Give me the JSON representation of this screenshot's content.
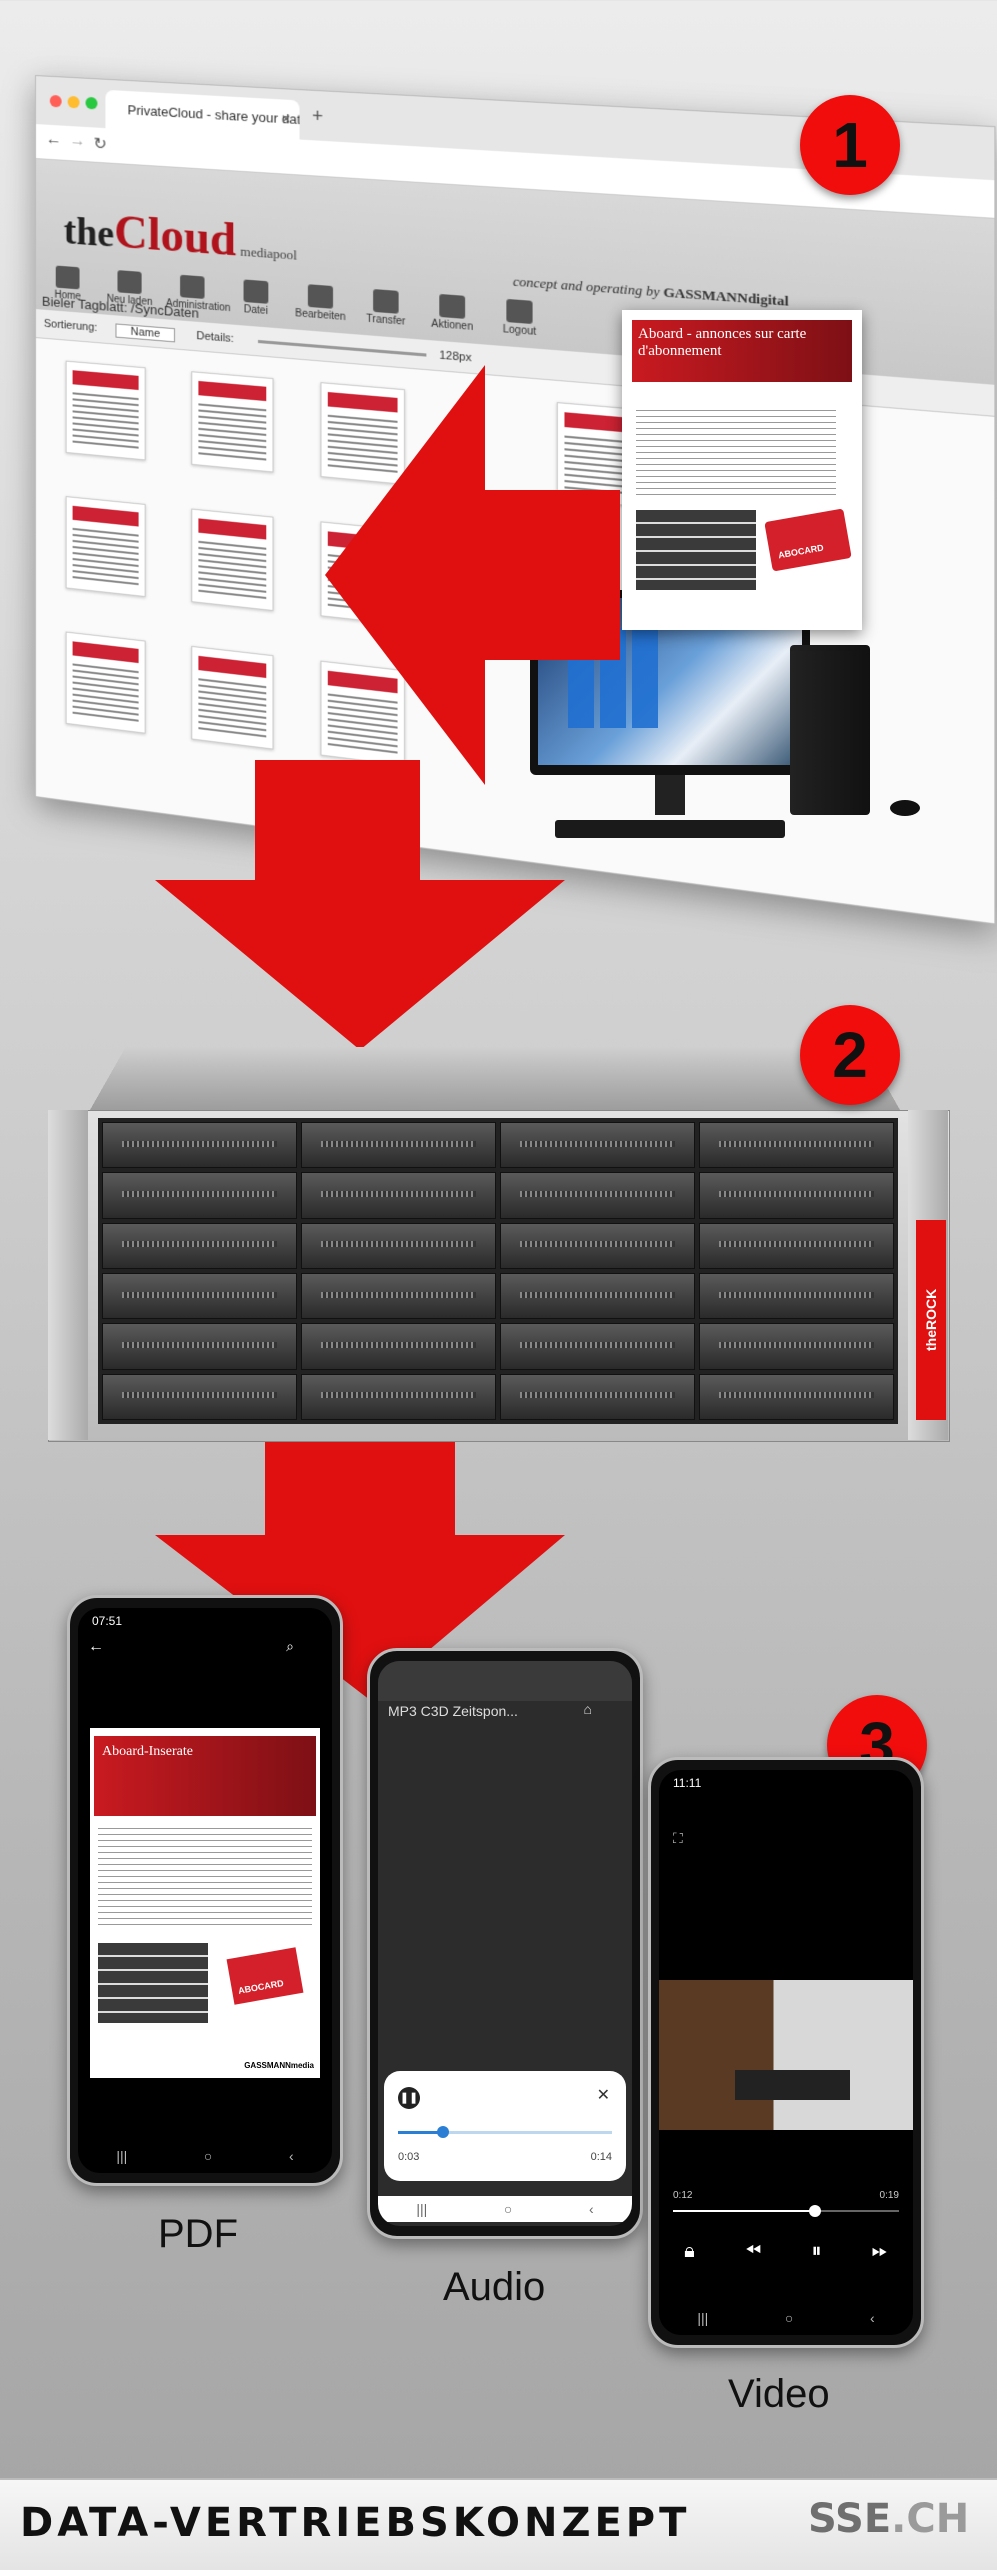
{
  "step_badges": [
    "1",
    "2",
    "3"
  ],
  "browser": {
    "tab_title": "PrivateCloud - share your data",
    "logo_prefix": "the",
    "logo_main": "Cloud",
    "logo_suffix": "mediapool",
    "concept_prefix": "concept and operating by",
    "concept_brand": "GASSMANNdigital",
    "toolbar": [
      "Home",
      "Neu laden",
      "Administration",
      "Datei",
      "Bearbeiten",
      "Transfer",
      "Aktionen",
      "Logout"
    ],
    "breadcrumb": "Bieler Tagblatt: /SyncDaten",
    "sort_label": "Sortierung:",
    "sort_value": "Name",
    "details_label": "Details:",
    "zoom_value": "128px"
  },
  "document": {
    "headline": "Aboard - annonces sur carte d'abonnement",
    "card_label": "ABOCARD"
  },
  "server": {
    "brand": "theROCK"
  },
  "phones": {
    "pdf": {
      "label": "PDF",
      "time": "07:51",
      "doc_title": "Aboard-Inserate",
      "card_label": "ABOCARD",
      "brand": "GASSMANNmedia"
    },
    "audio": {
      "label": "Audio",
      "title": "MP3 C3D Zeitspon...",
      "elapsed": "0:03",
      "duration": "0:14",
      "progress": 0.21
    },
    "video": {
      "label": "Video",
      "time": "11:11",
      "elapsed": "0:12",
      "duration": "0:19",
      "progress": 0.63
    }
  },
  "footer": {
    "title": "DATA-VERTRIEBSKONZEPT",
    "brand_main": "SSE",
    "brand_suffix": ".CH"
  },
  "colors": {
    "accent": "#f20d0d",
    "arrow": "#e11010",
    "logo_red": "#b0131b"
  }
}
